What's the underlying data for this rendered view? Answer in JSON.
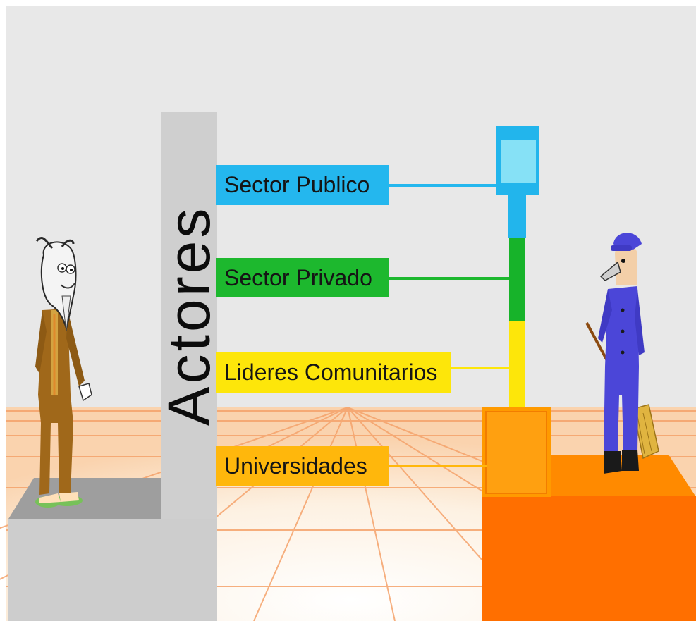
{
  "title": "Actores",
  "actors": [
    {
      "label": "Sector Publico",
      "color": "#24b7ee"
    },
    {
      "label": "Sector Privado",
      "color": "#1db82e"
    },
    {
      "label": "Lideres Comunitarios",
      "color": "#fde60a"
    },
    {
      "label": "Universidades",
      "color": "#ffb70c"
    }
  ],
  "colors": {
    "wall": "#e8e8e8",
    "floor": "#fdf6ec",
    "grid_line": "#f5a26a",
    "title_column": "#cfcfcf",
    "building": "#ff6f00"
  },
  "characters": [
    {
      "role": "goat-professor",
      "clothing_color": "#a0681a"
    },
    {
      "role": "janitor-with-broom",
      "clothing_color": "#4b46d8"
    }
  ]
}
